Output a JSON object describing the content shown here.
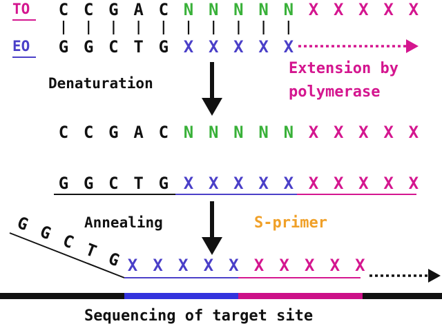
{
  "labels": {
    "top_strand": "TO",
    "bottom_strand": "EO",
    "extension_line1": "Extension by",
    "extension_line2": "polymerase",
    "denaturation": "Denaturation",
    "annealing": "Annealing",
    "s_primer": "S-primer",
    "sequencing": "Sequencing of target site"
  },
  "rows": {
    "to_row": [
      "C",
      "C",
      "G",
      "A",
      "C",
      "N",
      "N",
      "N",
      "N",
      "N",
      "X",
      "X",
      "X",
      "X",
      "X"
    ],
    "eo_row": [
      "G",
      "G",
      "C",
      "T",
      "G",
      "X",
      "X",
      "X",
      "X",
      "X"
    ],
    "denatured_top": [
      "C",
      "C",
      "G",
      "A",
      "C",
      "N",
      "N",
      "N",
      "N",
      "N",
      "X",
      "X",
      "X",
      "X",
      "X"
    ],
    "denatured_bottom": [
      "G",
      "G",
      "C",
      "T",
      "G",
      "X",
      "X",
      "X",
      "X",
      "X",
      "X",
      "X",
      "X",
      "X",
      "X"
    ],
    "primer_tail": [
      "G",
      "G",
      "C",
      "T",
      "G"
    ],
    "annealed": [
      "X",
      "X",
      "X",
      "X",
      "X",
      "X",
      "X",
      "X",
      "X",
      "X"
    ]
  },
  "colors": {
    "black": "#111111",
    "green": "#39b139",
    "blue": "#4a3fc8",
    "magenta": "#d4168f",
    "orange": "#f0a028",
    "seq_blue": "#3333dd",
    "seq_magenta": "#cc1188"
  }
}
